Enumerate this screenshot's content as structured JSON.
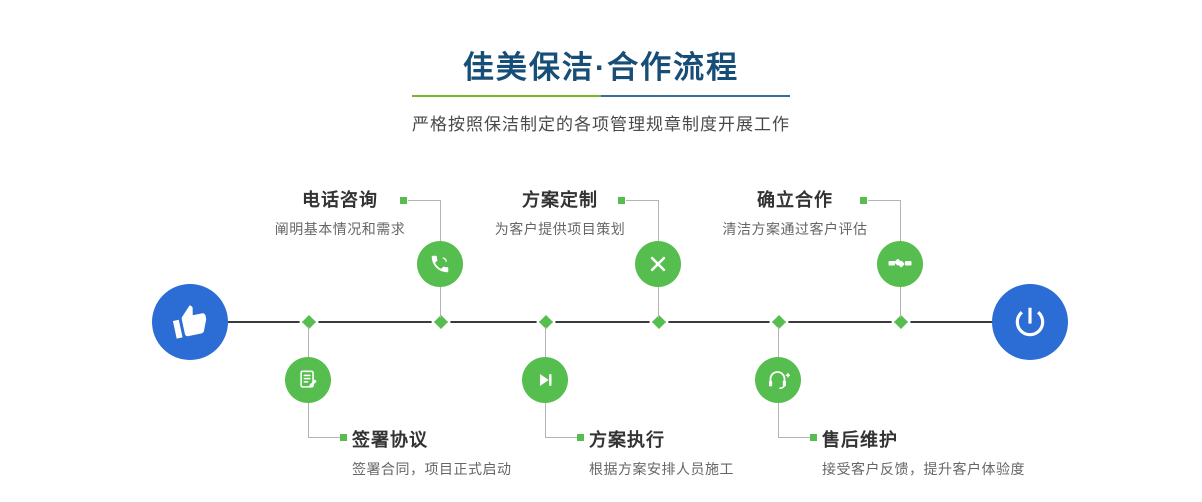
{
  "header": {
    "title": "佳美保洁·合作流程",
    "subtitle": "严格按照保洁制定的各项管理规章制度开展工作"
  },
  "steps_top": [
    {
      "label": "电话咨询",
      "desc": "阐明基本情况和需求",
      "icon": "phone-icon"
    },
    {
      "label": "方案定制",
      "desc": "为客户提供项目策划",
      "icon": "pen-ruler-icon"
    },
    {
      "label": "确立合作",
      "desc": "清洁方案通过客户评估",
      "icon": "handshake-icon"
    }
  ],
  "steps_bottom": [
    {
      "label": "签署协议",
      "desc": "签署合同，项目正式启动",
      "icon": "document-sign-icon"
    },
    {
      "label": "方案执行",
      "desc": "根据方案安排人员施工",
      "icon": "play-next-icon"
    },
    {
      "label": "售后维护",
      "desc": "接受客户反馈，提升客户体验度",
      "icon": "headset-icon"
    }
  ],
  "endpoints": {
    "start_icon": "pointing-hand-icon",
    "end_icon": "power-icon"
  },
  "colors": {
    "green": "#56be4e",
    "blue": "#2b6dd4",
    "title": "#164e77",
    "timeline_line": "#3b3b3b",
    "connector": "#b3b3b3",
    "divider_green": "#76b82a",
    "divider_blue": "#3a7097"
  }
}
